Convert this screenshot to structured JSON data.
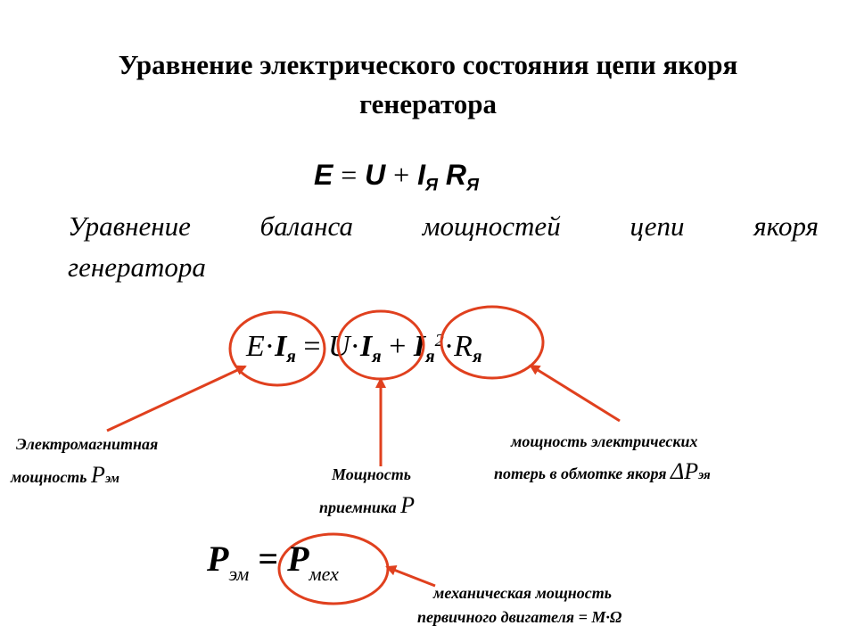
{
  "title": {
    "line1": "Уравнение электрического состояния цепи якоря",
    "line2": "генератора"
  },
  "eq1": {
    "E": "E",
    "eq": "=",
    "U": "U",
    "plus": "+",
    "I": "I",
    "sub_ya": "Я",
    "R": "R"
  },
  "balance_heading": {
    "words": [
      "Уравнение",
      "баланса",
      "мощностей",
      "цепи",
      "якоря"
    ],
    "line2": "генератора"
  },
  "eq2": {
    "E": "E",
    "dot": "·",
    "I": "I",
    "sub_ya": "я",
    "eq": "=",
    "U": "U",
    "plus": "+",
    "sup2": "2",
    "R": "R"
  },
  "labels": {
    "em_power_line1": "Электромагнитная",
    "em_power_line2": "мощность",
    "em_power_symbol": "P",
    "em_power_sub": "эм",
    "receiver_line1": "Мощность",
    "receiver_line2": "приемника",
    "receiver_symbol": "P",
    "losses_line1": "мощность электрических",
    "losses_line2": "потерь в обмотке якоря",
    "losses_symbol": "ΔP",
    "losses_sub": "эя",
    "mech_line1": "механическая мощность",
    "mech_line2": "первичного двигателя = M·Ω"
  },
  "eq3": {
    "P": "P",
    "sub_em": "эм",
    "eq": "=",
    "sub_mech": "мех"
  },
  "colors": {
    "accent": "#e0401e"
  }
}
